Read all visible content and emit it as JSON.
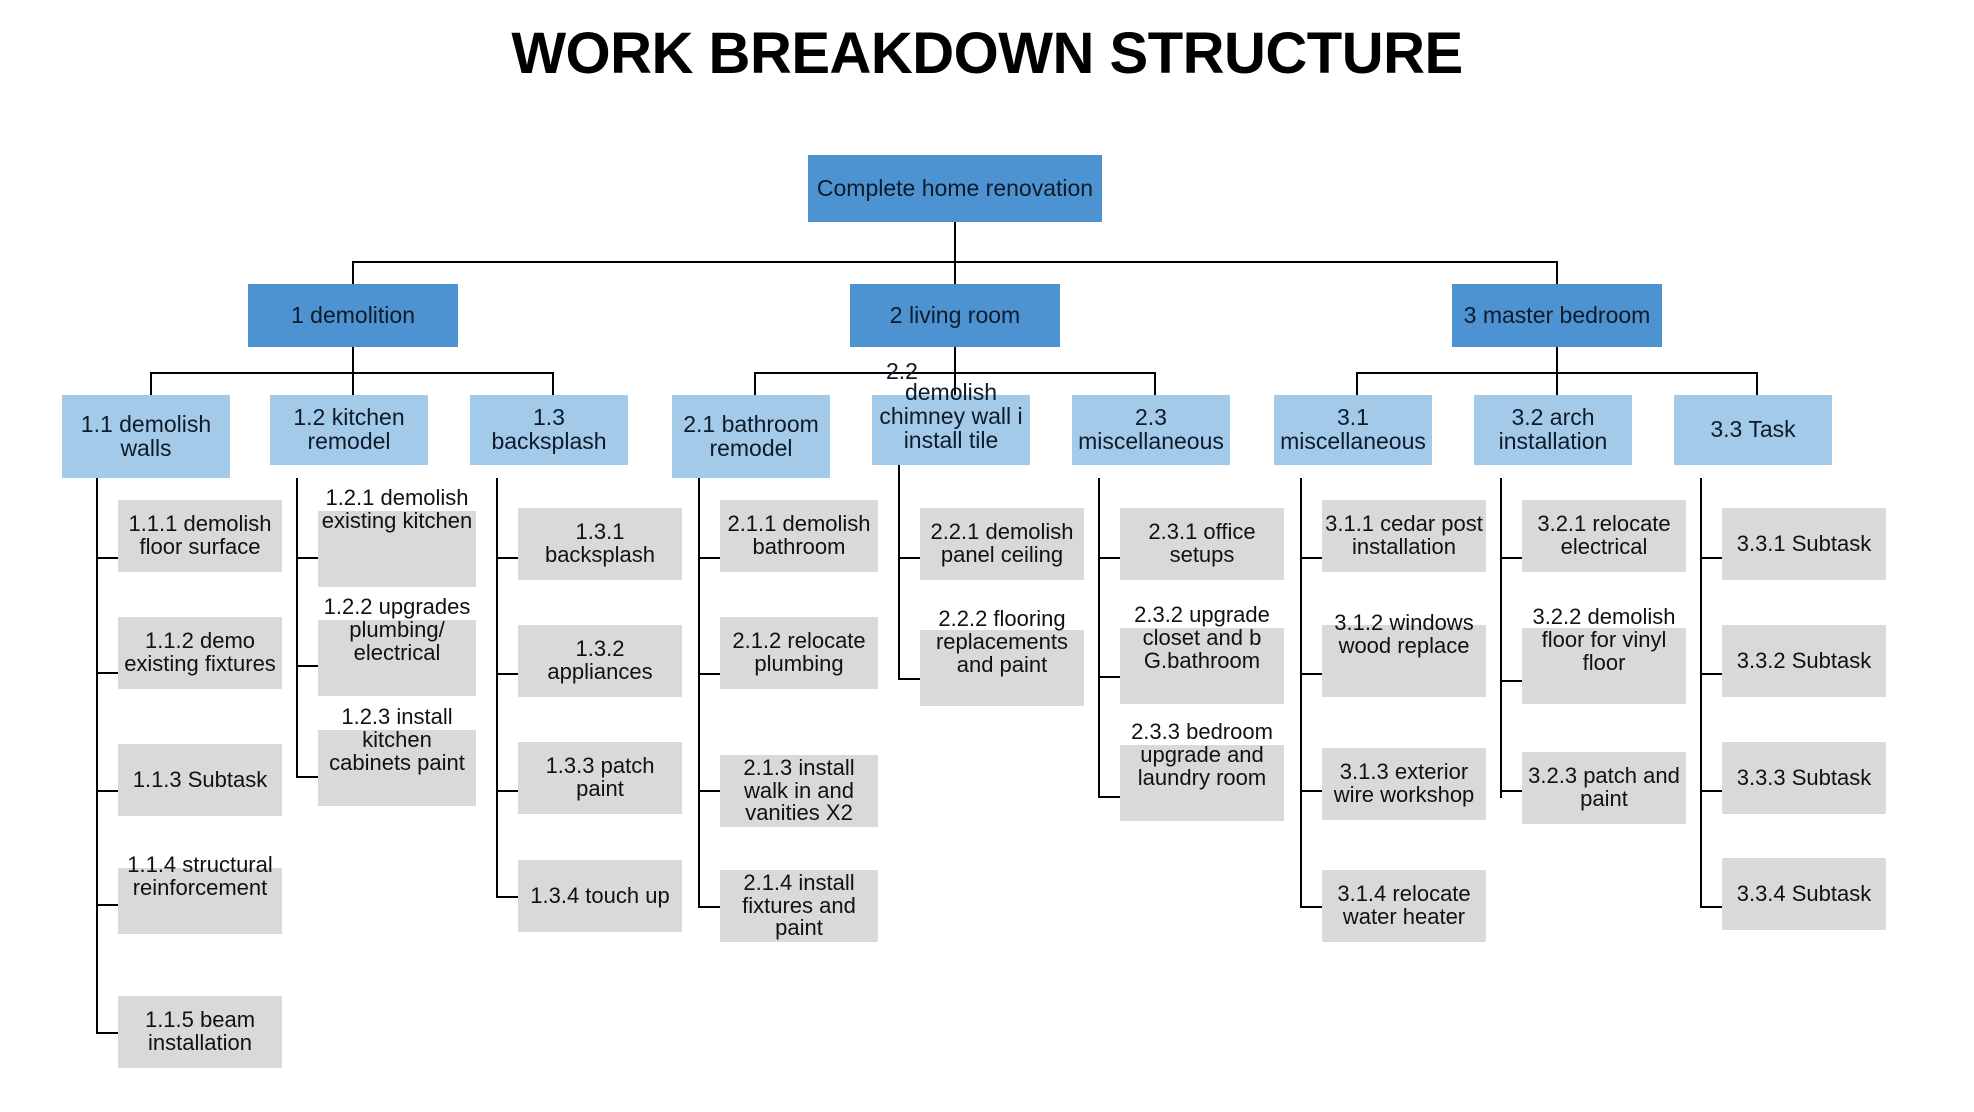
{
  "page": {
    "title": "WORK BREAKDOWN STRUCTURE",
    "colors": {
      "root_fill": "#4E93D1",
      "level2_fill": "#4E93D1",
      "level3_fill": "#A3CAE9",
      "leaf_fill": "#D9D9D9",
      "connector": "#000000",
      "background": "#FFFFFF",
      "text": "#0D1B2A"
    }
  },
  "chart_data": {
    "type": "diagram",
    "diagram_type": "work-breakdown-structure",
    "title": "WORK BREAKDOWN STRUCTURE",
    "root": "Complete home renovation",
    "branches": [
      {
        "id": "1",
        "label": "1 demolition",
        "children": [
          {
            "id": "1.1",
            "label": "1.1 demolish walls",
            "tasks": [
              "1.1.1 demolish floor surface",
              "1.1.2 demo existing fixtures",
              "1.1.3 Subtask",
              "1.1.4 structural reinforcement",
              "1.1.5 beam installation"
            ]
          },
          {
            "id": "1.2",
            "label": "1.2 kitchen remodel",
            "tasks": [
              "1.2.1 demolish existing kitchen",
              "1.2.2 upgrades plumbing/ electrical",
              "1.2.3 install kitchen cabinets paint"
            ]
          },
          {
            "id": "1.3",
            "label": "1.3 backsplash",
            "tasks": [
              "1.3.1 backsplash",
              "1.3.2 appliances",
              "1.3.3 patch paint",
              "1.3.4 touch up"
            ]
          }
        ]
      },
      {
        "id": "2",
        "label": "2 living room",
        "children": [
          {
            "id": "2.1",
            "label": "2.1 bathroom remodel",
            "tasks": [
              "2.1.1 demolish bathroom",
              "2.1.2 relocate plumbing",
              "2.1.3 install walk in and vanities X2",
              "2.1.4 install fixtures and paint"
            ]
          },
          {
            "id": "2.2",
            "label": "2.2 demolish chimney wall i install tile",
            "tasks": [
              "2.2.1 demolish panel ceiling",
              "2.2.2 flooring replacements and paint"
            ]
          },
          {
            "id": "2.3",
            "label": "2.3 miscellaneous",
            "tasks": [
              "2.3.1 office setups",
              "2.3.2 upgrade closet and b G.bathroom",
              "2.3.3 bedroom upgrade and laundry room"
            ]
          }
        ]
      },
      {
        "id": "3",
        "label": "3 master bedroom",
        "children": [
          {
            "id": "3.1",
            "label": "3.1 miscellaneous",
            "tasks": [
              "3.1.1 cedar post installation",
              "3.1.2 windows wood replace",
              "3.1.3 exterior wire workshop",
              "3.1.4 relocate water heater"
            ]
          },
          {
            "id": "3.2",
            "label": "3.2 arch installation",
            "tasks": [
              "3.2.1 relocate electrical",
              "3.2.2 demolish floor for vinyl floor",
              "3.2.3 patch and paint"
            ]
          },
          {
            "id": "3.3",
            "label": "3.3 Task",
            "tasks": [
              "3.3.1 Subtask",
              "3.3.2 Subtask",
              "3.3.3 Subtask",
              "3.3.4 Subtask"
            ]
          }
        ]
      }
    ]
  },
  "nodes": {
    "root": "Complete home renovation",
    "b1": "1 demolition",
    "b2": "2 living room",
    "b3": "3 master bedroom",
    "n11": "1.1 demolish walls",
    "n12": "1.2 kitchen remodel",
    "n13": "1.3 backsplash",
    "n21_num": "2.1",
    "n21": "2.1 bathroom remodel",
    "n22_num": "2.2",
    "n22": "demolish chimney wall i install tile",
    "n23": "2.3 miscellaneous",
    "n31": "3.1 miscellaneous",
    "n32": "3.2 arch installation",
    "n33": "3.3 Task",
    "t111": "1.1.1 demolish floor surface",
    "t112": "1.1.2 demo existing fixtures",
    "t113": "1.1.3 Subtask",
    "t114": "1.1.4 structural reinforcement",
    "t115": "1.1.5 beam installation",
    "t121": "1.2.1 demolish existing kitchen",
    "t122": "1.2.2 upgrades plumbing/ electrical",
    "t123": "1.2.3 install kitchen cabinets paint",
    "t131": "1.3.1 backsplash",
    "t132": "1.3.2 appliances",
    "t133": "1.3.3 patch paint",
    "t134": "1.3.4 touch up",
    "t211": "2.1.1 demolish bathroom",
    "t212": "2.1.2 relocate plumbing",
    "t213": "2.1.3 install walk in and vanities X2",
    "t214": "2.1.4 install fixtures and paint",
    "t221": "2.2.1 demolish panel ceiling",
    "t222": "2.2.2 flooring replacements and paint",
    "t231": "2.3.1 office setups",
    "t232": "2.3.2 upgrade closet and b G.bathroom",
    "t233": "2.3.3 bedroom upgrade and laundry room",
    "t311": "3.1.1 cedar post installation",
    "t312": "3.1.2 windows wood replace",
    "t313": "3.1.3 exterior wire workshop",
    "t314": "3.1.4 relocate water heater",
    "t321": "3.2.1 relocate electrical",
    "t322": "3.2.2 demolish floor for vinyl floor",
    "t323": "3.2.3 patch and paint",
    "t331": "3.3.1 Subtask",
    "t332": "3.3.2 Subtask",
    "t333": "3.3.3 Subtask",
    "t334": "3.3.4 Subtask"
  }
}
